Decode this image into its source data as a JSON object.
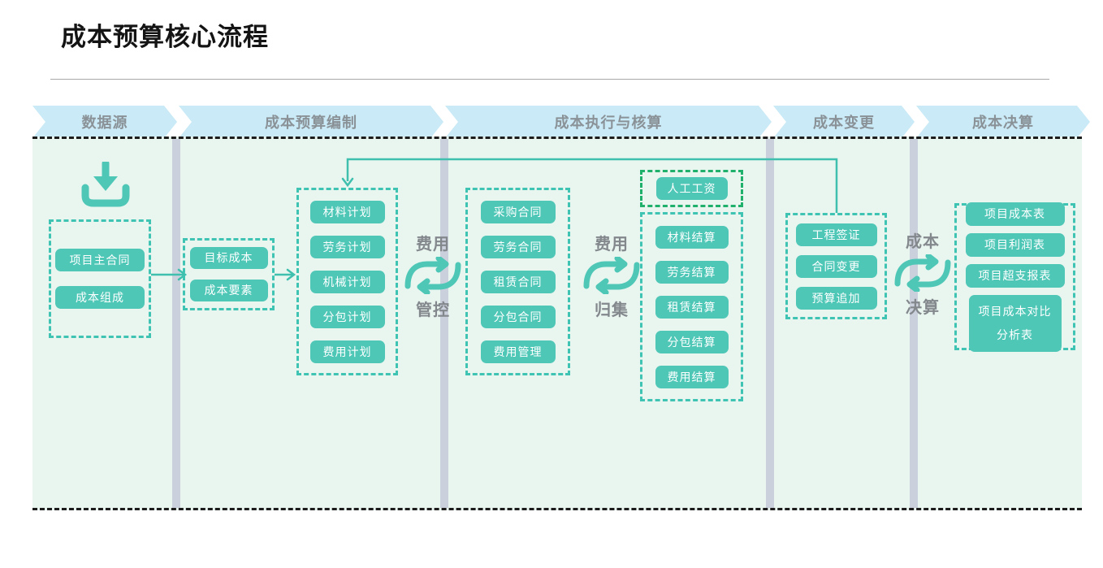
{
  "page": {
    "title": "成本预算核心流程"
  },
  "stages": [
    {
      "label": "数据源"
    },
    {
      "label": "成本预算编制"
    },
    {
      "label": "成本执行与核算"
    },
    {
      "label": "成本变更"
    },
    {
      "label": "成本决算"
    }
  ],
  "flow": {
    "source": {
      "items": [
        "项目主合同",
        "成本组成"
      ]
    },
    "target": {
      "items": [
        "目标成本",
        "成本要素"
      ]
    },
    "plans": {
      "items": [
        "材料计划",
        "劳务计划",
        "机械计划",
        "分包计划",
        "费用计划"
      ]
    },
    "contracts": {
      "items": [
        "采购合同",
        "劳务合同",
        "租赁合同",
        "分包合同",
        "费用管理"
      ]
    },
    "wages": {
      "items": [
        "人工工资"
      ]
    },
    "settlements": {
      "items": [
        "材料结算",
        "劳务结算",
        "租赁结算",
        "分包结算",
        "费用结算"
      ]
    },
    "changes": {
      "items": [
        "工程签证",
        "合同变更",
        "预算追加"
      ]
    },
    "reports": {
      "items": [
        "项目成本表",
        "项目利润表",
        "项目超支报表",
        "项目成本对比分析表"
      ]
    },
    "cycles": [
      {
        "top": "费用",
        "bottom": "管控"
      },
      {
        "top": "费用",
        "bottom": "归集"
      },
      {
        "top": "成本",
        "bottom": "决算"
      }
    ]
  },
  "icons": {
    "download": "download-icon",
    "cycle": "cycle-arrows-icon"
  },
  "colors": {
    "node_teal": "#4ec7b7",
    "dashed_teal": "#3fc4b4",
    "dashed_green": "#1fb06c",
    "banner_blue": "#c9eaf6",
    "canvas_green": "#e9f5ef",
    "divider_gray": "#cbd0dd",
    "label_gray": "#83888d",
    "border_dark": "#1c1c1c"
  }
}
